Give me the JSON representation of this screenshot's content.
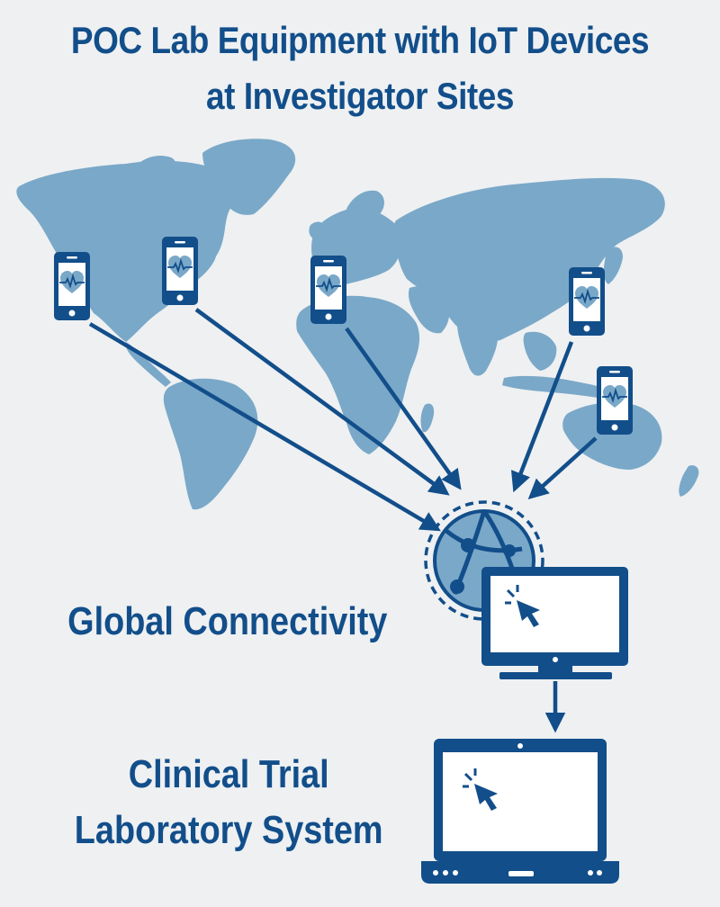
{
  "title": {
    "line1": "POC Lab Equipment with IoT Devices",
    "line2": "at Investigator Sites"
  },
  "labels": {
    "connectivity": "Global Connectivity",
    "lab_line1": "Clinical Trial",
    "lab_line2": "Laboratory System"
  },
  "colors": {
    "background": "#eef0f2",
    "map": "#7aa8c8",
    "primary": "#124e8a",
    "device_screen": "#ffffff"
  },
  "icons": {
    "sites": [
      "smartphone-heartbeat-icon",
      "smartphone-heartbeat-icon",
      "smartphone-heartbeat-icon",
      "smartphone-heartbeat-icon",
      "smartphone-heartbeat-icon"
    ],
    "network": "globe-network-icon",
    "server": "desktop-monitor-icon",
    "lab": "laptop-icon"
  }
}
